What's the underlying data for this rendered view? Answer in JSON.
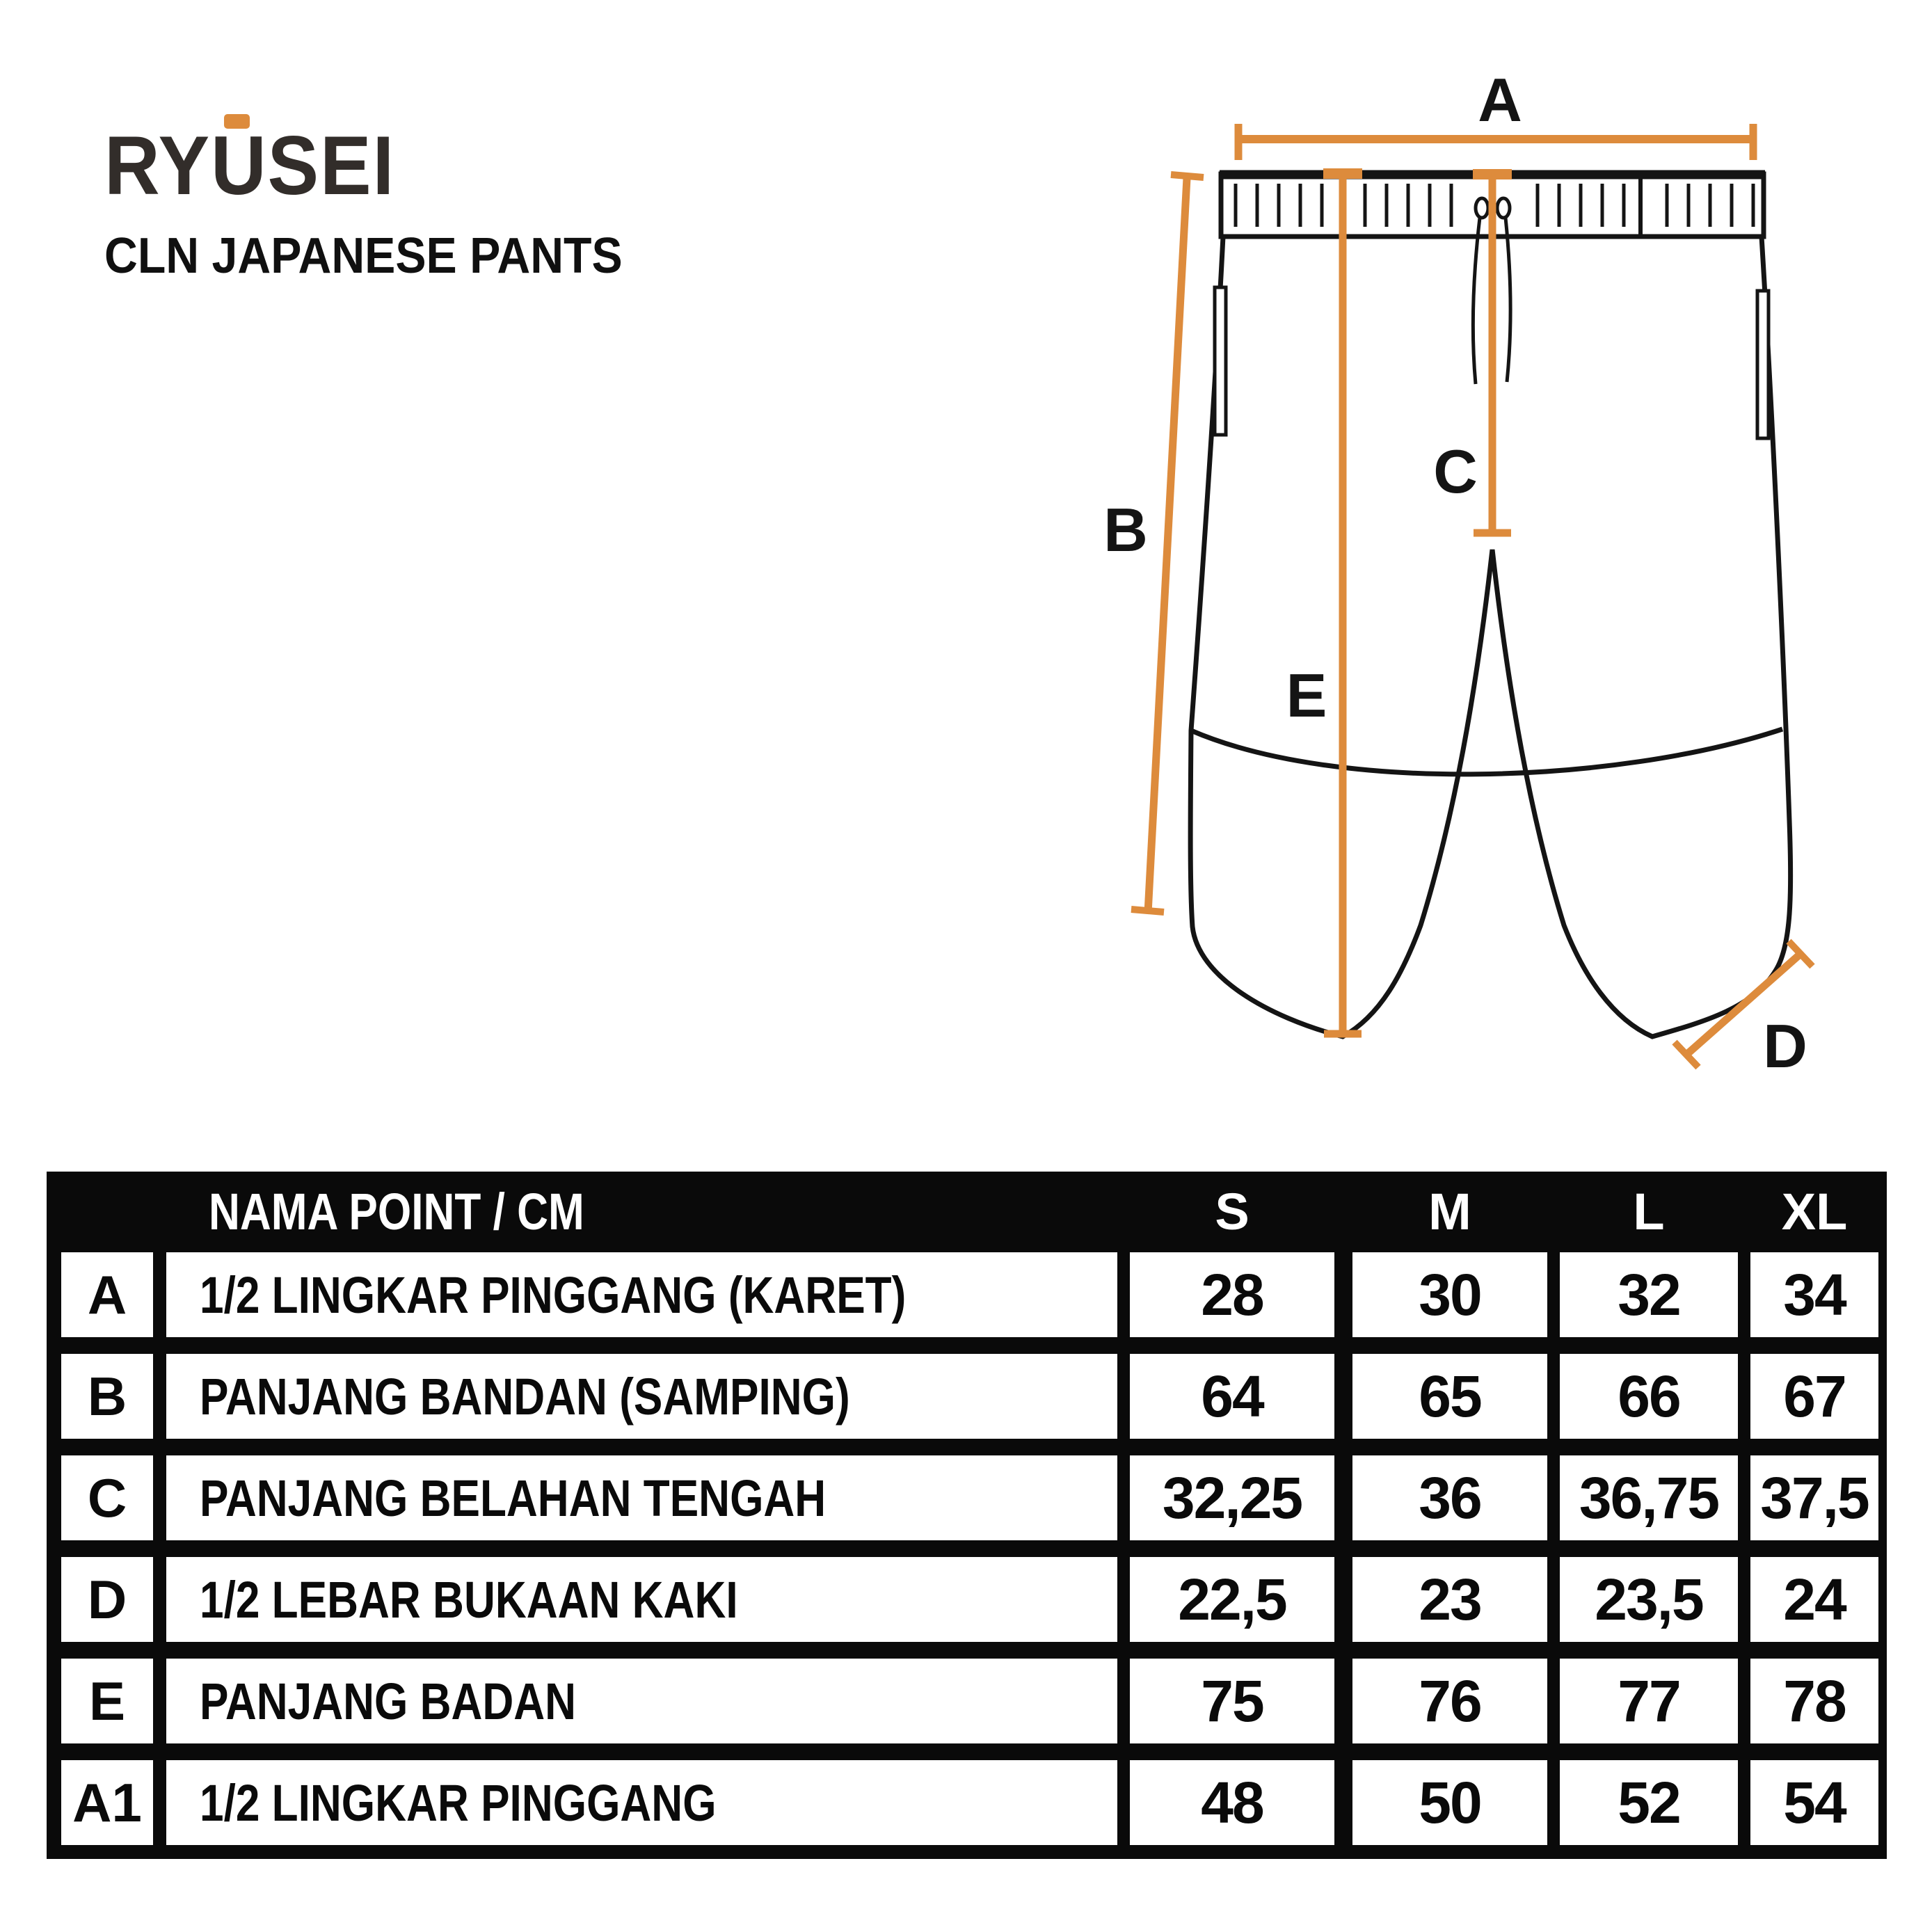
{
  "theme": {
    "accent": "#dd8b3c",
    "ink": "#141414",
    "table_bg": "#0a0a0a"
  },
  "brand": {
    "logo_text": "RYUSEI",
    "product_name": "CLN JAPANESE PANTS"
  },
  "diagram": {
    "labels": {
      "a": "A",
      "b": "B",
      "c": "C",
      "d": "D",
      "e": "E"
    }
  },
  "table": {
    "header": {
      "name_col": "NAMA POINT / CM",
      "sizes": [
        "S",
        "M",
        "L",
        "XL"
      ]
    },
    "rows": [
      {
        "code": "A",
        "name": "1/2 LINGKAR PINGGANG (KARET)",
        "values": [
          "28",
          "30",
          "32",
          "34"
        ]
      },
      {
        "code": "B",
        "name": "PANJANG BANDAN (SAMPING)",
        "values": [
          "64",
          "65",
          "66",
          "67"
        ]
      },
      {
        "code": "C",
        "name": "PANJANG BELAHAN TENGAH",
        "values": [
          "32,25",
          "36",
          "36,75",
          "37,5"
        ]
      },
      {
        "code": "D",
        "name": "1/2 LEBAR BUKAAN KAKI",
        "values": [
          "22,5",
          "23",
          "23,5",
          "24"
        ]
      },
      {
        "code": "E",
        "name": "PANJANG BADAN",
        "values": [
          "75",
          "76",
          "77",
          "78"
        ]
      },
      {
        "code": "A1",
        "name": "1/2 LINGKAR PINGGANG",
        "values": [
          "48",
          "50",
          "52",
          "54"
        ]
      }
    ]
  }
}
